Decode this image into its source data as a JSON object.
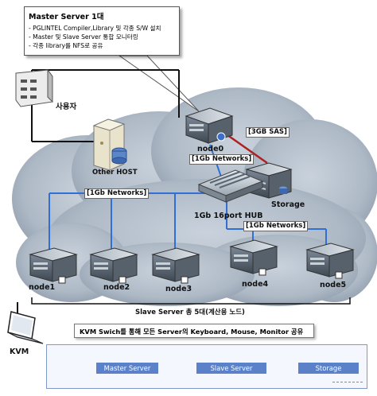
{
  "master_box": {
    "title": "Master Server 1대",
    "items": [
      "- PGLINTEL Compiler,Library 및 각종 S/W 설치",
      "- Master 및 Slave Server 통합 모니터링",
      "- 각종 library를 NFS로 공유"
    ]
  },
  "nodes": {
    "user": "사용자",
    "other_host": "Other HOST",
    "node0": "node0",
    "storage": "Storage",
    "hub": "1Gb 16port HUB",
    "node1": "node1",
    "node2": "node2",
    "node3": "node3",
    "node4": "node4",
    "node5": "node5",
    "kvm": "KVM"
  },
  "links": {
    "sas": "[3GB SAS]",
    "net_node0": "[1Gb Networks]",
    "net_left": "[1Gb Networks]",
    "net_right": "[1Gb Networks]"
  },
  "slave_caption": "Slave Server 총 5대(계산용 노드)",
  "kvm_caption": "KVM Swich를 통해 모든 Server의 Keyboard, Mouse, Monitor 공유",
  "legend": {
    "master": "Master Server",
    "slave": "Slave Server",
    "storage": "Storage"
  },
  "colors": {
    "network_line": "#2f6fd6",
    "sas_line": "#b02020",
    "cloud": "#aab6c4",
    "legend_label": "#5b82c9"
  }
}
